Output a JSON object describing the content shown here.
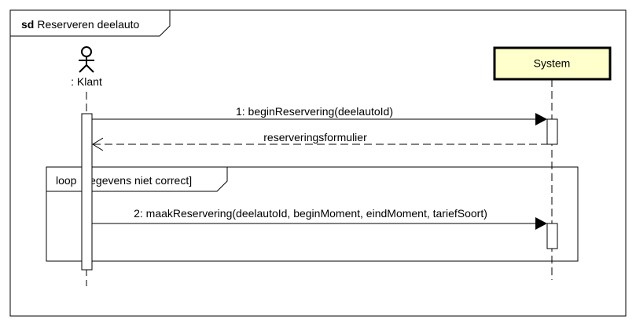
{
  "frame": {
    "keyword": "sd",
    "name": "Reserveren deelauto"
  },
  "lifelines": {
    "klant": {
      "label": ": Klant",
      "kind": "actor"
    },
    "system": {
      "label": "System",
      "kind": "object",
      "fill": "#ffffcc"
    }
  },
  "messages": {
    "m1": {
      "label": "1: beginReservering(deelautoId)",
      "kind": "sync"
    },
    "r1": {
      "label": "reserveringsformulier",
      "kind": "return"
    },
    "m2": {
      "label": "2: maakReservering(deelautoId, beginMoment, eindMoment, tariefSoort)",
      "kind": "sync"
    }
  },
  "fragment": {
    "operator": "loop",
    "guard": "[gegevens niet correct]"
  }
}
